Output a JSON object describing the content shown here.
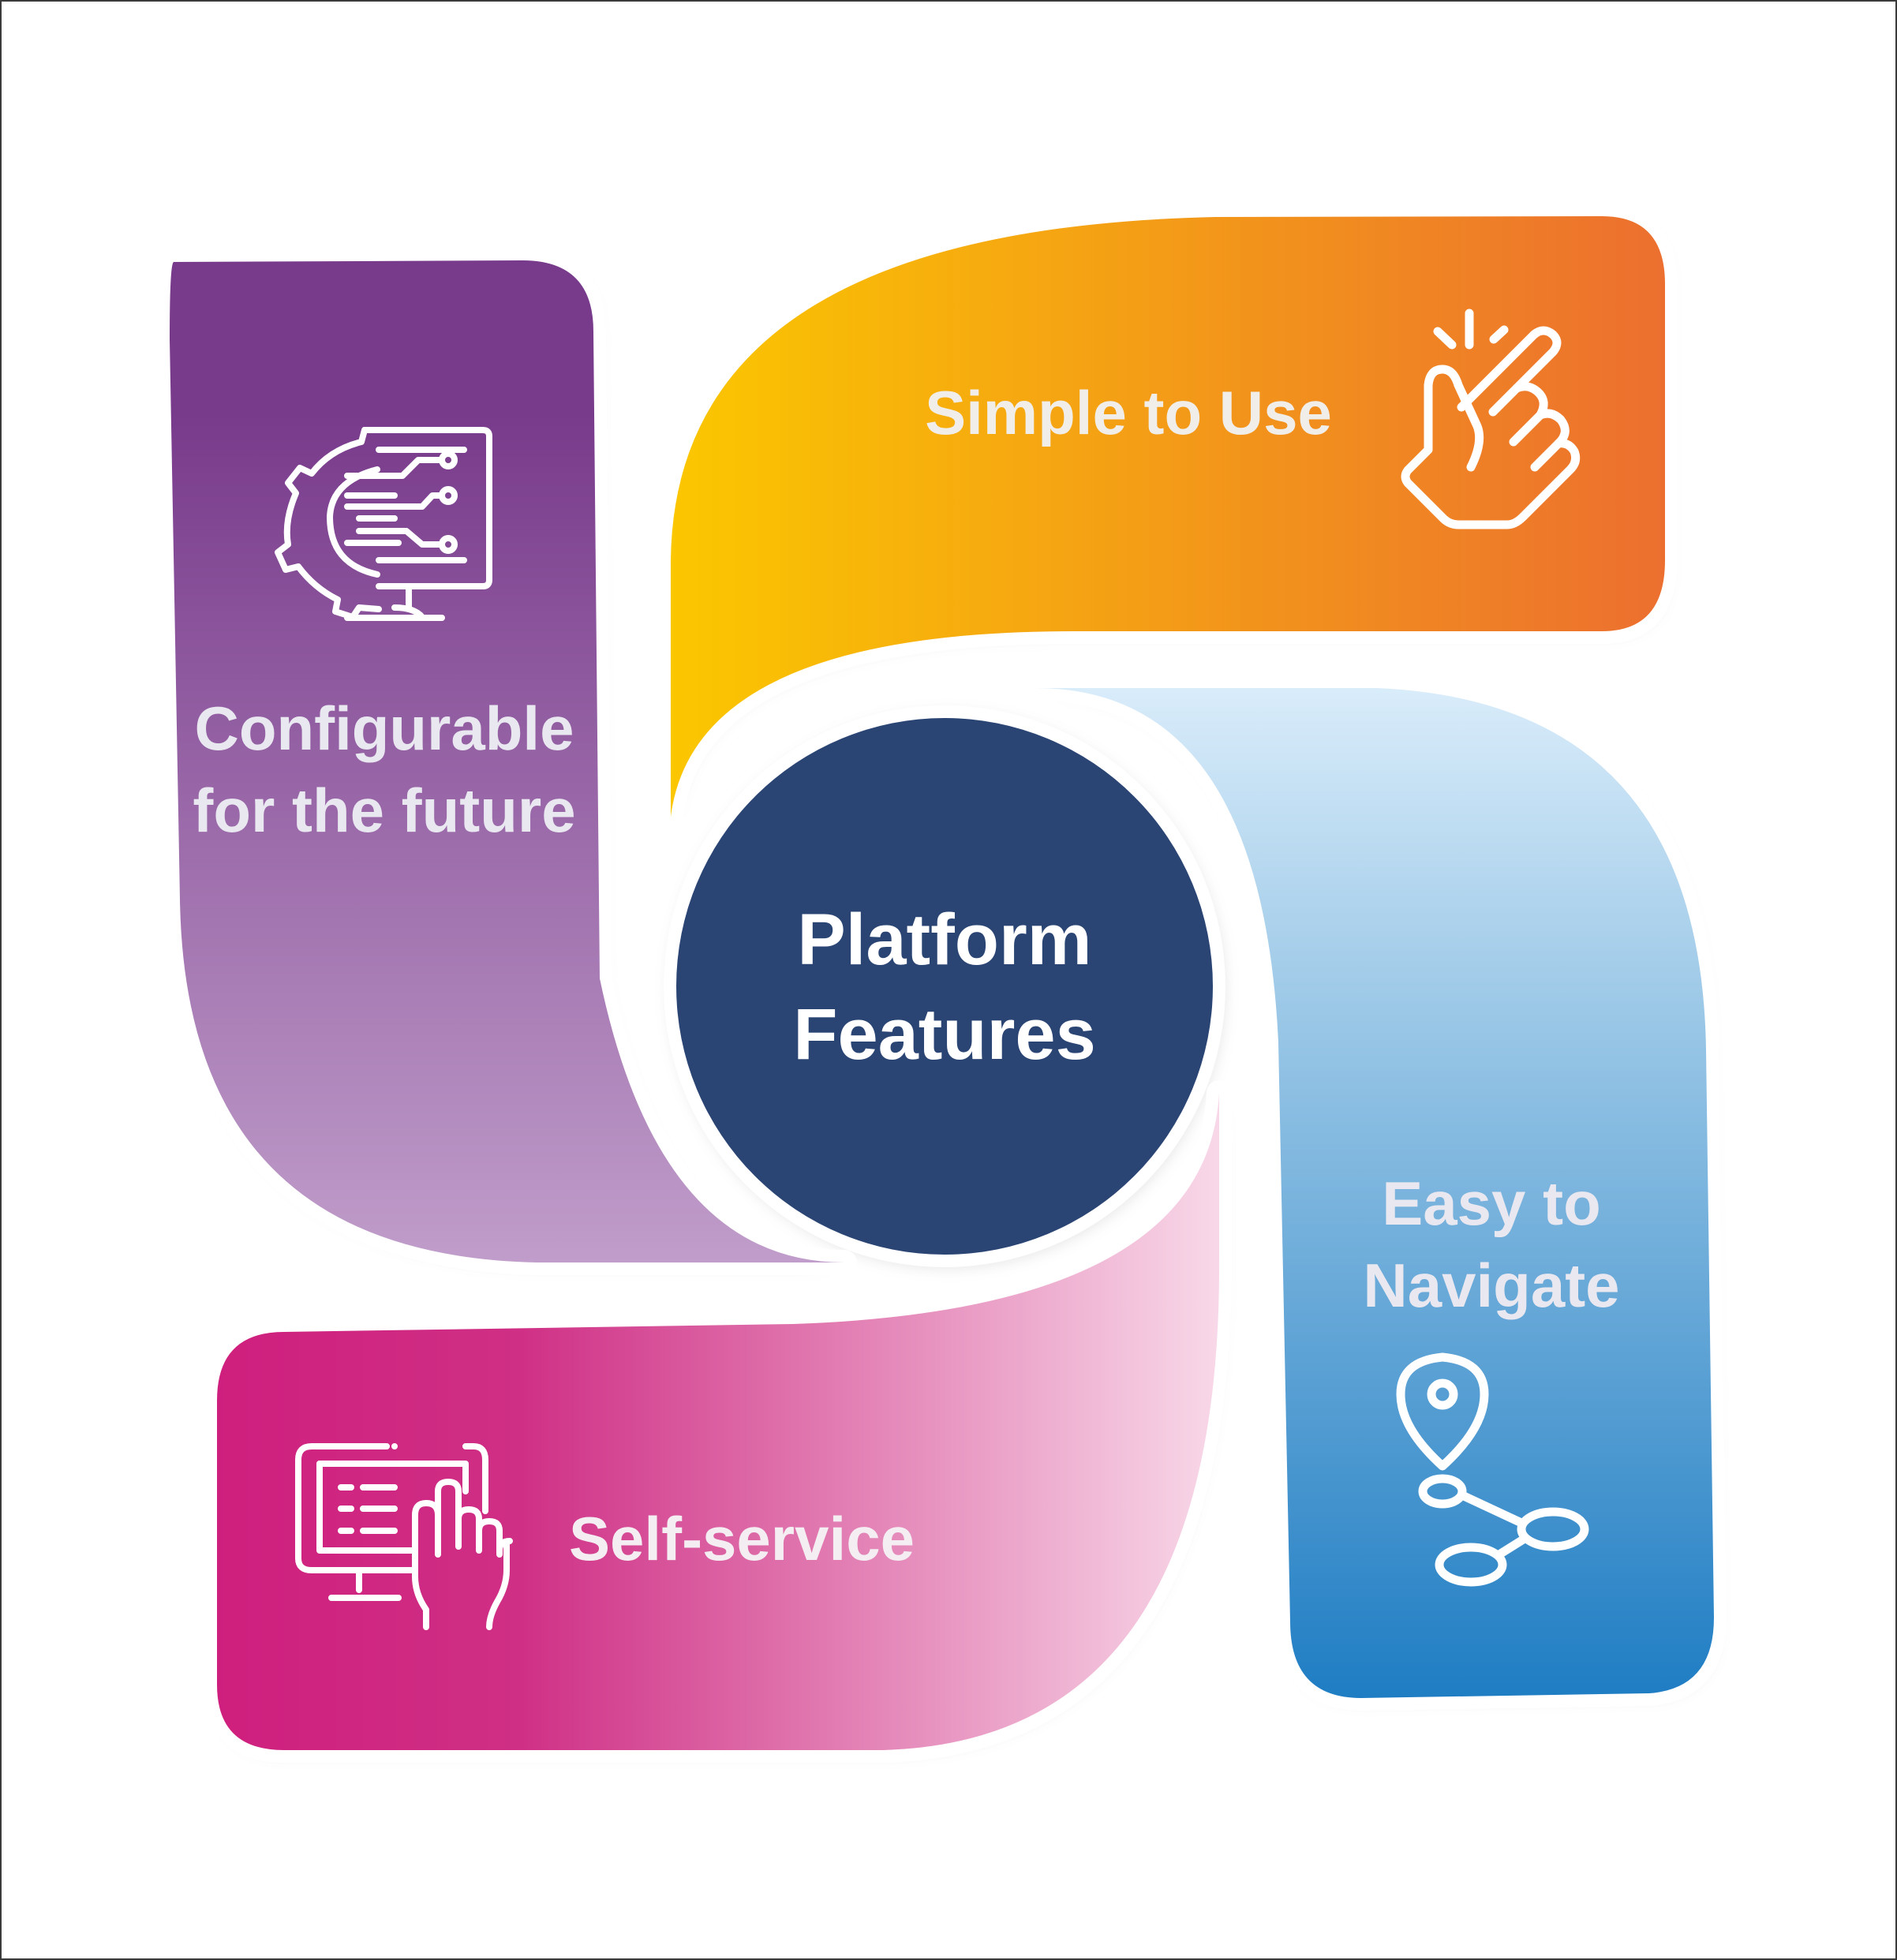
{
  "center": {
    "line1": "Platform",
    "line2": "Features",
    "color": "#2a4574"
  },
  "petals": {
    "configurable": {
      "line1": "Configurable",
      "line2": "for the future",
      "icon": "gear-circuit-monitor-icon",
      "colors": [
        "#783a8b",
        "#c09dca"
      ]
    },
    "simple": {
      "label": "Simple to Use",
      "icon": "snapping-hand-icon",
      "colors": [
        "#fbc700",
        "#ec6f2f"
      ]
    },
    "navigate": {
      "line1": "Easy to",
      "line2": "Navigate",
      "icon": "location-route-icon",
      "colors": [
        "#d9ecfa",
        "#1f7dc3"
      ]
    },
    "selfservice": {
      "label": "Self-service",
      "icon": "touch-screen-icon",
      "colors": [
        "#cf1f7e",
        "#f8d8e8"
      ]
    }
  },
  "text_color": "#e9e8f0"
}
